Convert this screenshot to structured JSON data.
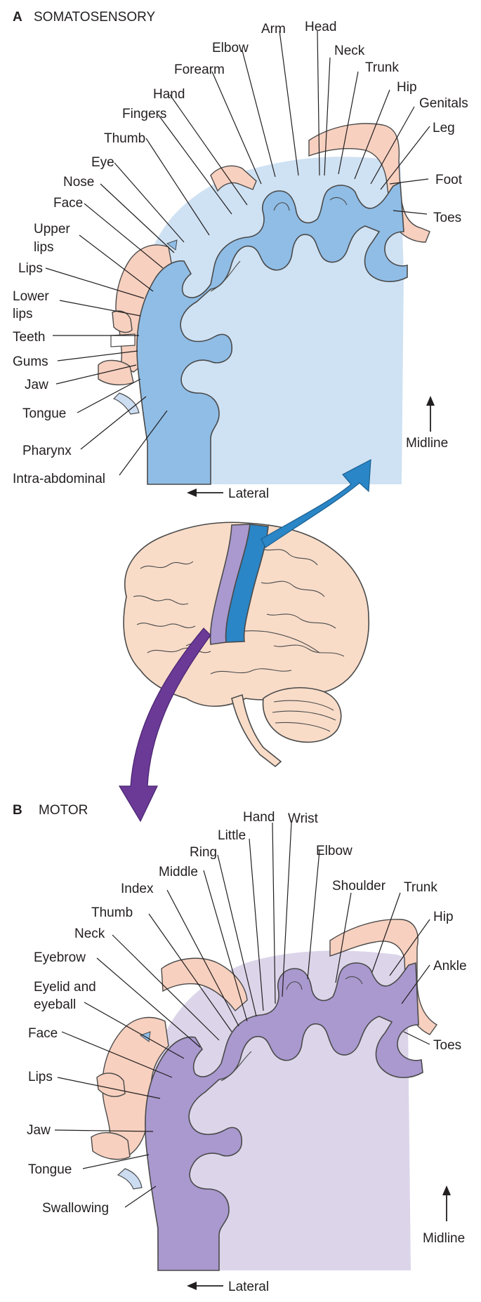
{
  "colors": {
    "sensory_strip": "#8fbde6",
    "sensory_fill": "#cfe2f3",
    "motor_strip": "#a999cf",
    "motor_fill": "#dcd5ea",
    "skin": "#f7d0bf",
    "brain": "#f8dcc8",
    "arrow_blue": "#2a86c6",
    "arrow_purple": "#6a3a96"
  },
  "panel_a": {
    "letter": "A",
    "title": "SOMATOSENSORY",
    "labels": {
      "arm": "Arm",
      "head": "Head",
      "elbow": "Elbow",
      "neck": "Neck",
      "trunk": "Trunk",
      "forearm": "Forearm",
      "hip": "Hip",
      "genitals": "Genitals",
      "hand": "Hand",
      "leg": "Leg",
      "fingers": "Fingers",
      "foot": "Foot",
      "thumb": "Thumb",
      "toes": "Toes",
      "eye": "Eye",
      "nose": "Nose",
      "face": "Face",
      "upper_lips_1": "Upper",
      "upper_lips_2": "lips",
      "lips": "Lips",
      "lower_lips_1": "Lower",
      "lower_lips_2": "lips",
      "teeth": "Teeth",
      "gums": "Gums",
      "jaw": "Jaw",
      "tongue": "Tongue",
      "pharynx": "Pharynx",
      "intra_abdominal": "Intra-abdominal",
      "midline": "Midline",
      "lateral": "Lateral"
    }
  },
  "panel_b": {
    "letter": "B",
    "title": "MOTOR",
    "labels": {
      "hand": "Hand",
      "wrist": "Wrist",
      "little": "Little",
      "ring": "Ring",
      "elbow": "Elbow",
      "middle": "Middle",
      "index": "Index",
      "shoulder": "Shoulder",
      "trunk": "Trunk",
      "thumb": "Thumb",
      "hip": "Hip",
      "neck": "Neck",
      "eyebrow": "Eyebrow",
      "ankle": "Ankle",
      "eyelid_1": "Eyelid and",
      "eyelid_2": "eyeball",
      "face": "Face",
      "toes": "Toes",
      "lips": "Lips",
      "jaw": "Jaw",
      "tongue": "Tongue",
      "swallowing": "Swallowing",
      "midline": "Midline",
      "lateral": "Lateral"
    }
  }
}
